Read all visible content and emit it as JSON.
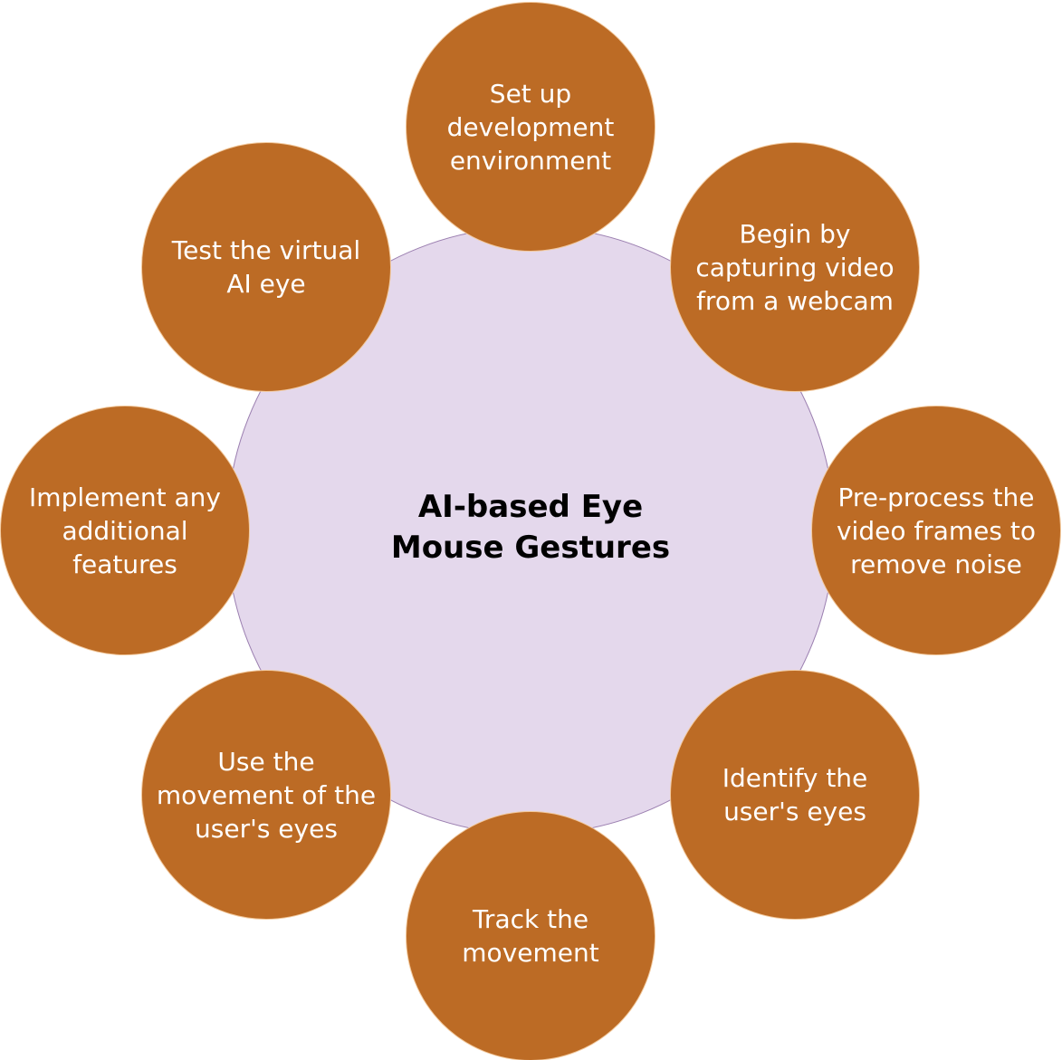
{
  "diagram": {
    "center": {
      "label": "AI-based Eye\nMouse Gestures"
    },
    "steps": [
      {
        "label": "Set up\ndevelopment\nenvironment"
      },
      {
        "label": "Begin by\ncapturing video\nfrom a webcam"
      },
      {
        "label": "Pre-process the\nvideo frames to\nremove noise"
      },
      {
        "label": "Identify the\nuser's eyes"
      },
      {
        "label": "Track the\nmovement"
      },
      {
        "label": "Use the\nmovement of the\nuser's eyes"
      },
      {
        "label": "Implement any\nadditional\nfeatures"
      },
      {
        "label": "Test the  virtual\nAI eye"
      }
    ],
    "colors": {
      "center_fill": "#e4d8ec",
      "center_border": "#9b7fb0",
      "node_fill": "#bc6b25",
      "node_border": "#f2c99d",
      "node_text": "#ffffff",
      "center_text": "#000000"
    }
  }
}
